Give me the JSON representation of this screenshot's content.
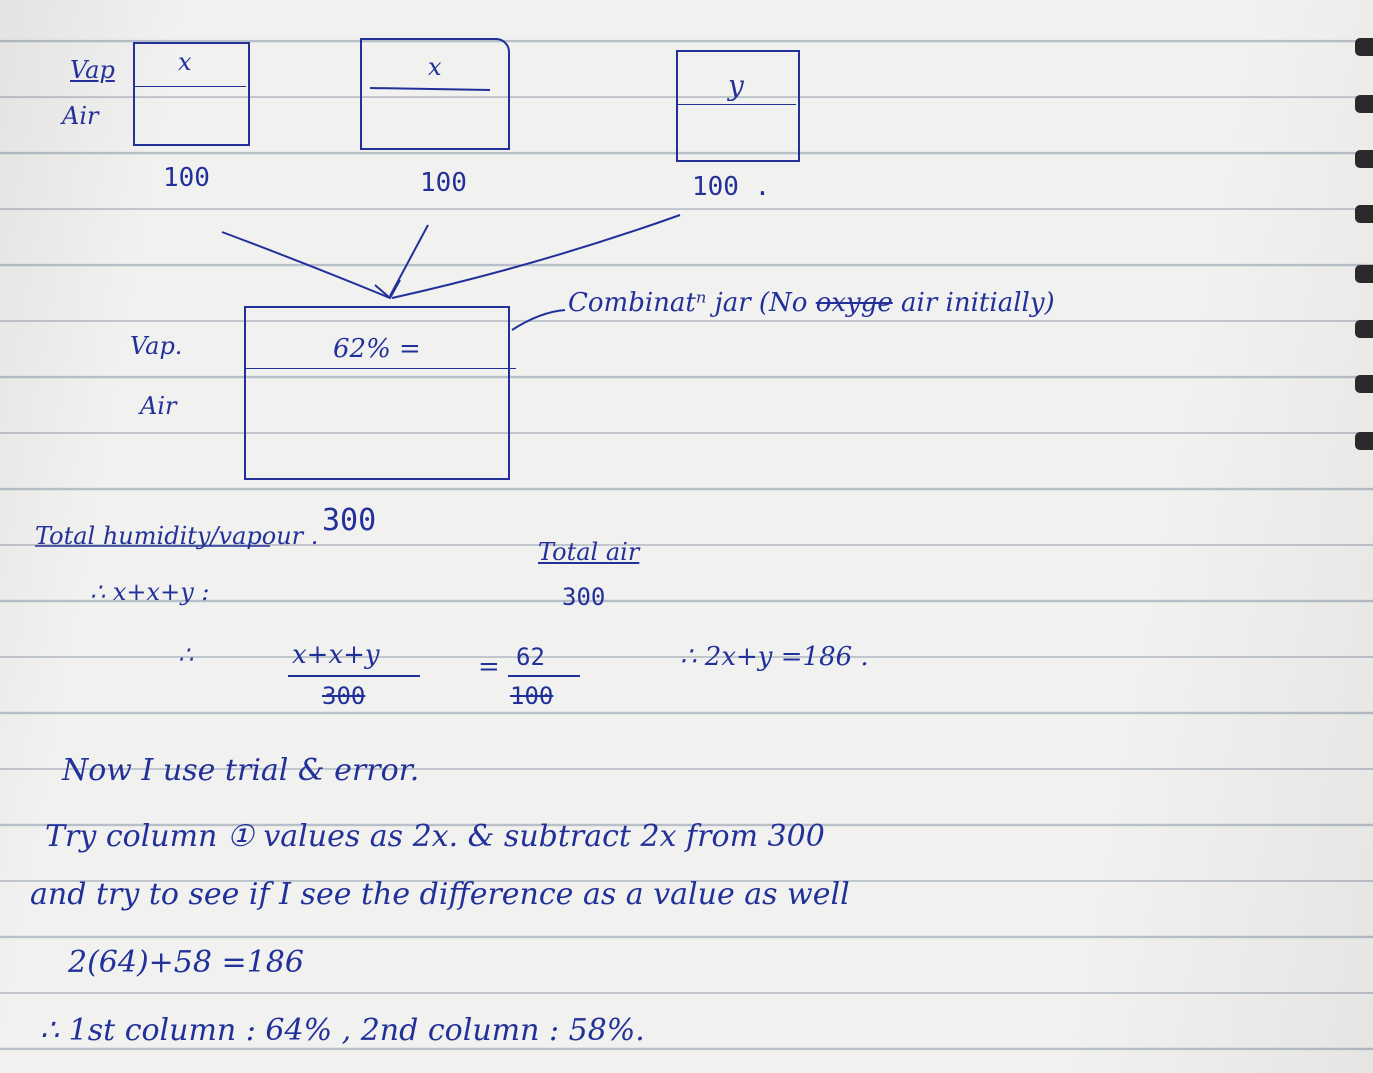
{
  "diagram": {
    "row_labels_top": {
      "vap": "Vap",
      "air": "Air"
    },
    "boxes": [
      {
        "vapour": "x",
        "volume": "100"
      },
      {
        "vapour": "x",
        "volume": "100"
      },
      {
        "vapour": "y",
        "volume": "100 ."
      }
    ],
    "combined": {
      "label_vap": "Vap.",
      "label_air": "Air",
      "vapour": "62% =",
      "volume": "300",
      "note": "Combinatⁿ jar (No",
      "note_struck": "oxyge",
      "note_end": "air initially)"
    }
  },
  "equations": {
    "total_humidity": "Total humidity/vapour .",
    "sum": "∴  x+x+y :",
    "total_air": "Total air",
    "total_air_value": "300",
    "therefore": "∴",
    "numerator": "x+x+y",
    "denominator": "300",
    "equals": "=",
    "rhs_num": "62",
    "rhs_den": "100",
    "result": "∴  2x+y =186 ."
  },
  "text": {
    "line1": "Now   I use  trial  &  error.",
    "line2": "Try  column  ① values  as    2x. & subtract  2x  from 300",
    "line3": "and  try  to  see  if  I see  the  difference  as  a value as well",
    "line4": "2(64)+58  =186",
    "line5": "∴ 1st  column :  64%  ,  2nd column : 58%."
  }
}
